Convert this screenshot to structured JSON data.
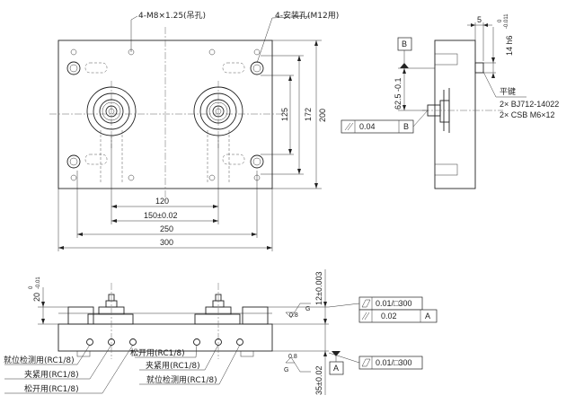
{
  "top_view": {
    "hole_note_lift": "4-M8×1.25(吊孔)",
    "hole_note_mount": "4-安装孔(M12用)",
    "dims": {
      "d120": "120",
      "d150": "150±0.02",
      "d250": "250",
      "d300": "300",
      "d125": "125",
      "d172": "172",
      "d200": "200"
    }
  },
  "side_view": {
    "dim_5": "5",
    "dim_14h6": "14 h6",
    "tol_14h6_upper": "0",
    "tol_14h6_lower": "-0.011",
    "datum_b": "B",
    "dim_62_5": "62.5 -0.1",
    "parallel_tol": "0.04",
    "parallel_datum": "B",
    "key_title": "平键",
    "key_line1": "2× BJ712-14022",
    "key_line2": "2× CSB M6×12"
  },
  "front_view": {
    "dim_20": "20",
    "tol_20_upper": "0",
    "tol_20_lower": "-0.01",
    "dim_12": "12±0.003",
    "dim_35": "35±0.02",
    "roughness_top": "0.8",
    "roughness_top_letter": "G",
    "roughness_bottom": "0.8",
    "roughness_bottom_letter": "G",
    "flat_tol_top": "0.01/□300",
    "par_tol": "0.02",
    "par_datum": "A",
    "datum_a": "A",
    "flat_tol_bottom": "0.01/□300",
    "ports_left": [
      "就位检测用(RC1/8)",
      "夹紧用(RC1/8)",
      "松开用(RC1/8)"
    ],
    "ports_right": [
      "松开用(RC1/8)",
      "夹紧用(RC1/8)",
      "就位检测用(RC1/8)"
    ]
  }
}
